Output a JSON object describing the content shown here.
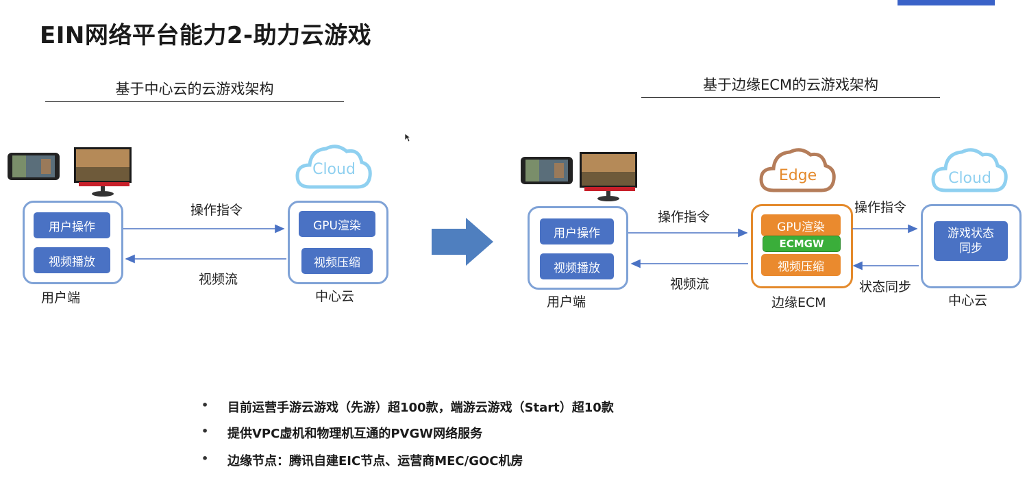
{
  "page_title": "EIN网络平台能力2-助力云游戏",
  "left": {
    "section_title": "基于中心云的云游戏架构",
    "user_box": {
      "op": "用户操作",
      "video": "视频播放",
      "label": "用户端"
    },
    "cloud_box": {
      "gpu": "GPU渲染",
      "compress": "视频压缩",
      "label": "中心云"
    },
    "cloud_icon_text": "Cloud",
    "arrow_top_label": "操作指令",
    "arrow_bottom_label": "视频流"
  },
  "right": {
    "section_title": "基于边缘ECM的云游戏架构",
    "user_box": {
      "op": "用户操作",
      "video": "视频播放",
      "label": "用户端"
    },
    "edge_box": {
      "gpu": "GPU渲染",
      "gw": "ECMGW",
      "compress": "视频压缩",
      "label": "边缘ECM"
    },
    "center_box": {
      "sync": "游戏状态\n同步",
      "label": "中心云"
    },
    "edge_icon_text": "Edge",
    "cloud_icon_text": "Cloud",
    "arrow1_top_label": "操作指令",
    "arrow1_bottom_label": "视频流",
    "arrow2_top_label": "操作指令",
    "arrow2_bottom_label": "状态同步"
  },
  "bullets": [
    "目前运营手游云游戏（先游）超100款，端游云游戏（Start）超10款",
    "提供VPC虚机和物理机互通的PVGW网络服务",
    "边缘节点：腾讯自建EIC节点、运营商MEC/GOC机房"
  ],
  "bullet_symbol": "•",
  "colors": {
    "blue_chip": "#4a72c4",
    "blue_border": "#7fa2d6",
    "orange": "#ea8a2e",
    "green": "#3aae3a",
    "cloud_blue": "#8fd0f0",
    "edge_brown": "#b57d5a"
  }
}
